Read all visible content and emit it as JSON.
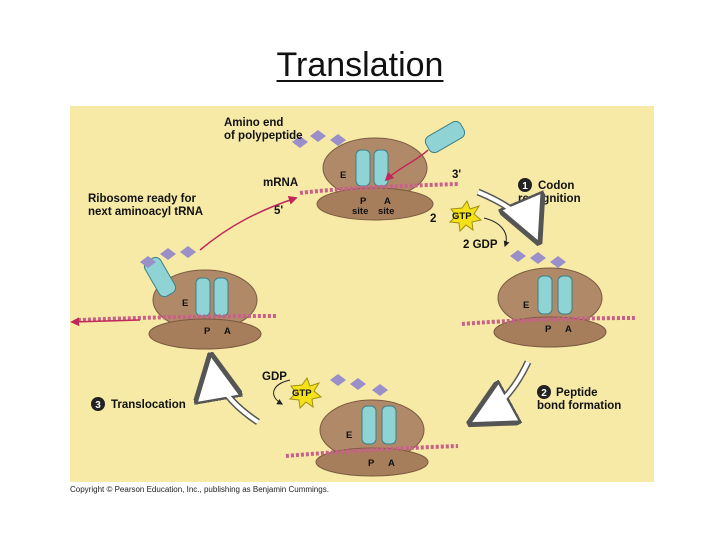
{
  "title": "Translation",
  "labels": {
    "amino_end_line1": "Amino end",
    "amino_end_line2": "of polypeptide",
    "mrna": "mRNA",
    "three_prime": "3'",
    "five_prime": "5'",
    "ready_line1": "Ribosome ready for",
    "ready_line2": "next aminoacyl tRNA",
    "e_site": "E",
    "p_site": "P",
    "a_site": "A",
    "site": "site",
    "step1_num": "1",
    "step1_line1": "Codon",
    "step1_line2": "recognition",
    "step2_num": "2",
    "step2_line1": "Peptide",
    "step2_line2": "bond formation",
    "step3_num": "3",
    "step3_line1": "Translocation",
    "two": "2",
    "gtp": "GTP",
    "two_gdp": "2 GDP",
    "gdp": "GDP"
  },
  "colors": {
    "panel": "#f6eaa6",
    "ribosome": "#b08a68",
    "ribosome_dark": "#7a5a40",
    "trna": "#8fd3d4",
    "mrna": "#c9608a",
    "chain": "#9a8fc8",
    "arrow": "#c0285a",
    "gtp_star": "#f3e11a"
  },
  "copyright": "Copyright © Pearson Education, Inc., publishing as Benjamin Cummings."
}
